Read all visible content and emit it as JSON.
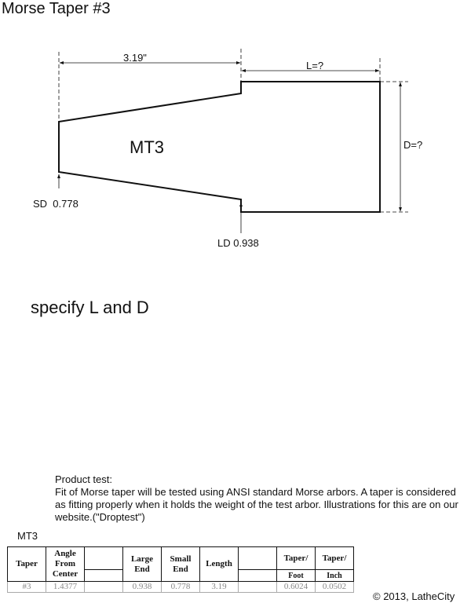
{
  "title": "Morse Taper #3",
  "drawing": {
    "length_dim": "3.19\"",
    "l_dim": "L=?",
    "d_dim": "D=?",
    "center_label": "MT3",
    "small_dia": "SD  0.778",
    "large_dia": "LD 0.938"
  },
  "instruction": "specify L and D",
  "product_test": {
    "heading": "Product test:",
    "body": "Fit of Morse taper will be tested using ANSI standard Morse arbors. A taper is considered as fitting properly when it holds the weight of the test arbor. Illustrations for this are on our website.(\"Droptest\")"
  },
  "table_caption": "MT3",
  "table": {
    "taper": "Taper",
    "angle": [
      "Angle",
      "From",
      "Center"
    ],
    "large_end": [
      "Large",
      "End"
    ],
    "small_end": [
      "Small",
      "End"
    ],
    "length": "Length",
    "taper_foot": [
      "Taper/",
      "Foot"
    ],
    "taper_inch": [
      "Taper/",
      "Inch"
    ],
    "values": {
      "taper": "#3",
      "angle": "1.4377",
      "large_end": "0.938",
      "small_end": "0.778",
      "length": "3.19",
      "taper_foot": "0.6024",
      "taper_inch": "0.0502"
    }
  },
  "copyright": "© 2013, LatheCity"
}
